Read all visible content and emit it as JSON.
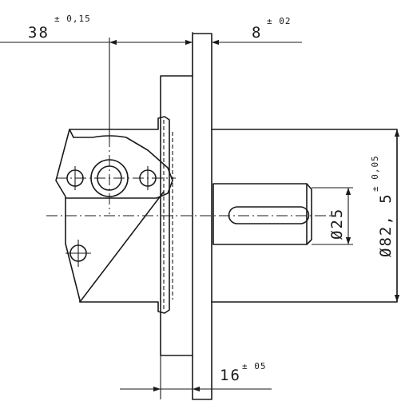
{
  "dimensions": {
    "d38": {
      "value": "38",
      "tolerance": "± 0,15"
    },
    "d8": {
      "value": "8",
      "tolerance": "± 02"
    },
    "d16": {
      "value": "16",
      "tolerance": "± 05"
    },
    "d25": {
      "value": "Ø25",
      "tolerance": ""
    },
    "d82_5": {
      "value": "Ø82, 5",
      "tolerance": "± 0,05"
    }
  }
}
